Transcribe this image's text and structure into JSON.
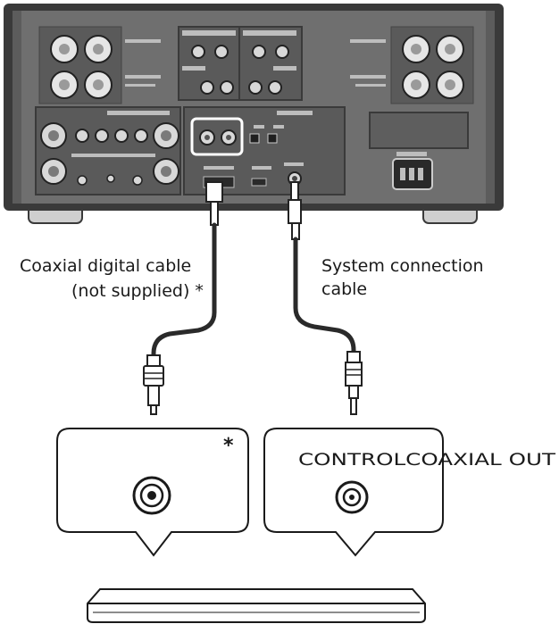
{
  "labels": {
    "coaxial_cable_line1": "Coaxial digital cable",
    "coaxial_cable_line2": "(not supplied) *",
    "system_cable_line1": "System connection",
    "system_cable_line2": "cable",
    "left_callout_asterisk": "*",
    "right_callout_text": "CONTROLCOAXIAL OUT"
  },
  "colors": {
    "panel_body": "#6f6f6f",
    "panel_frame": "#2e2e2e",
    "highlight": "#ffffff",
    "cable": "#2a2a2a"
  }
}
